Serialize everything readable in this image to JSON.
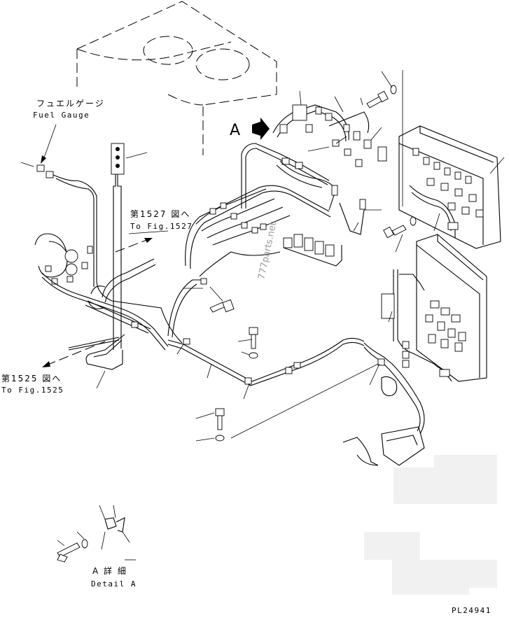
{
  "callouts": {
    "fuel_gauge_jp": "フュエルゲージ",
    "fuel_gauge_en": "Fuel Gauge",
    "fig1527_jp": "第1527 図へ",
    "fig1527_en": "To Fig.1527",
    "fig1525_jp": "第1525 図へ",
    "fig1525_en": "To Fig.1525",
    "view_marker": "A",
    "detail_jp": "A 詳 細",
    "detail_en": "Detail A"
  },
  "watermark": "777parts.net",
  "drawing_number": "PL24941"
}
